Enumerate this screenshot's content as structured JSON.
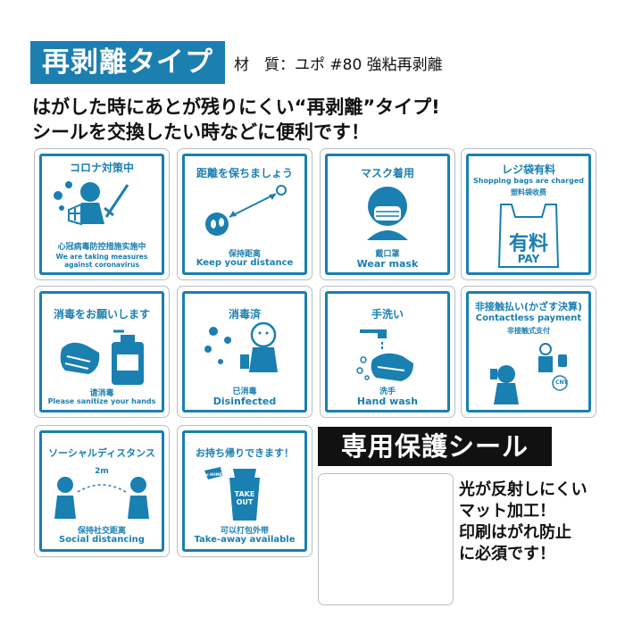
{
  "header": {
    "tag_label": "再剥離タイプ",
    "material_label": "材　質：ユポ #80 強粘再剥離",
    "desc_line1": "はがした時にあとが残りにくい“再剥離”タイプ!",
    "desc_line2": "シールを交換したい時などに便利です！"
  },
  "stickers": [
    {
      "title": "コロナ対策中",
      "caption_cn": "心冠病毒防控措施实施中",
      "caption_en1": "We are taking measures",
      "caption_en2": "against coronavirus",
      "icon": "coronavirus-guard-icon"
    },
    {
      "title": "距離を保ちましょう",
      "caption_cn": "保持距离",
      "caption_en": "Keep your distance",
      "icon": "footprints-distance-icon"
    },
    {
      "title": "マスク着用",
      "caption_cn": "戴口罩",
      "caption_en": "Wear mask",
      "icon": "mask-face-icon"
    },
    {
      "title": "レジ袋有料",
      "subtitle_en": "Shopping bags are charged",
      "subtitle_cn": "塑料袋收费",
      "bag_text1": "有料",
      "bag_text2": "PAY",
      "icon": "shopping-bag-icon"
    },
    {
      "title": "消毒をお願いします",
      "caption_cn": "请消毒",
      "caption_en": "Please sanitize your hands",
      "icon": "sanitizer-bottle-icon"
    },
    {
      "title": "消毒済",
      "caption_cn": "已消毒",
      "caption_en": "Disinfected",
      "icon": "spray-person-icon"
    },
    {
      "title": "手洗い",
      "caption_cn": "洗手",
      "caption_en": "Hand wash",
      "icon": "faucet-hands-icon"
    },
    {
      "title": "非接触払い(かざす決算)",
      "subtitle_en": "Contactless payment",
      "subtitle_cn": "非接触式支付",
      "coin_text": "CNY",
      "icon": "contactless-payment-icon"
    },
    {
      "title": "ソーシャルディスタンス",
      "distance_label": "2m",
      "caption_cn": "保持社交距离",
      "caption_en": "Social distancing",
      "icon": "two-people-distance-icon"
    },
    {
      "title": "お持ち帰りできます！",
      "cup_badge": "TAKE OUT",
      "bubble_text": "Go HOME",
      "caption_cn": "可以打包外带",
      "caption_en": "Take-away available",
      "icon": "takeout-cup-icon"
    }
  ],
  "protect": {
    "tag_label": "専用保護シール",
    "note_lines": [
      "光が反射しにくい",
      "マット加工！",
      "印刷はがれ防止",
      "に必須です！"
    ]
  },
  "colors": {
    "accent": "#1a7fb1",
    "tag_bg": "#1b7fb0",
    "black_tag": "#111111"
  }
}
